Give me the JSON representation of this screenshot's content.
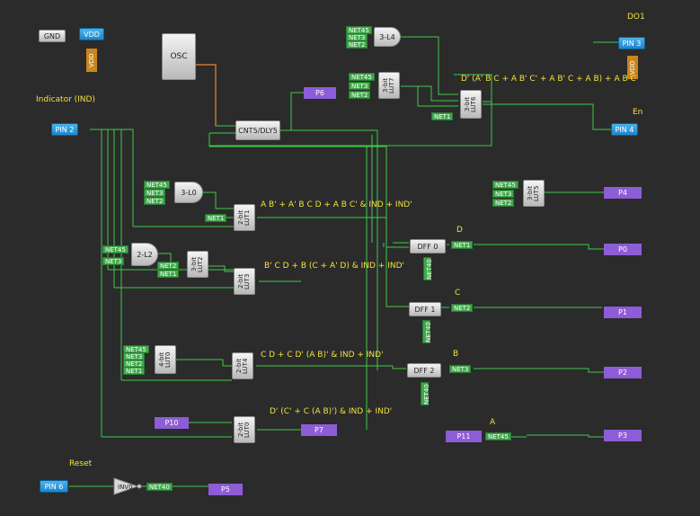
{
  "top_labels": {
    "do1": "DO1",
    "indicator": "Indicator (IND)",
    "en": "En",
    "reset": "Reset"
  },
  "power": {
    "gnd": "GND",
    "vdd": "VDD",
    "vdd_tag": "VDD",
    "vdd_tag2": "VDD"
  },
  "osc": "OSC",
  "cnt": "CNT5/DLY5",
  "inv": "INV0",
  "pins": {
    "pin2": "PIN 2",
    "pin3": "PIN 3",
    "pin4": "PIN 4",
    "pin6": "PIN 6"
  },
  "ports": {
    "p6": "P6",
    "p4": "P4",
    "p0": "P0",
    "p1": "P1",
    "p2": "P2",
    "p3": "P3",
    "p7": "P7",
    "p5": "P5",
    "p10": "P10",
    "p11": "P11"
  },
  "gates": {
    "and3_l4": "3-L4",
    "and3_l0": "3-L0",
    "and2_l2": "2-L2"
  },
  "luts": {
    "lut7": [
      "3-bit",
      "LUT7"
    ],
    "lut6": [
      "3-bit",
      "LUT6"
    ],
    "lut5": [
      "3-bit",
      "LUT5"
    ],
    "lut1": [
      "2-bit",
      "LUT1"
    ],
    "lut2": [
      "3-bit",
      "LUT2"
    ],
    "lut3": [
      "2-bit",
      "LUT3"
    ],
    "lut0": [
      "4-bit",
      "LUT0"
    ],
    "lut4": [
      "2-bit",
      "LUT4"
    ],
    "lut0b": [
      "2-bit",
      "LUT0"
    ]
  },
  "dffs": {
    "dff0": "DFF 0",
    "dff1": "DFF 1",
    "dff2": "DFF 2"
  },
  "nets": {
    "net45": "NET45",
    "net3": "NET3",
    "net2": "NET2",
    "net1": "NET1",
    "net40": "NET40"
  },
  "equations": {
    "lut6": "D' (A' B C + A B' C' + A B' C + A B) + A B C",
    "lut1": "A B' + A' B C D + A B C' & IND + IND'",
    "lut3": "B' C D + B (C + A' D) & IND + IND'",
    "lut4": "C D + C D' (A B)' & IND + IND'",
    "lut0b": "D' (C' + C (A B)') & IND + IND'"
  },
  "bit_labels": {
    "d": "D",
    "c": "C",
    "b": "B",
    "a": "A"
  }
}
